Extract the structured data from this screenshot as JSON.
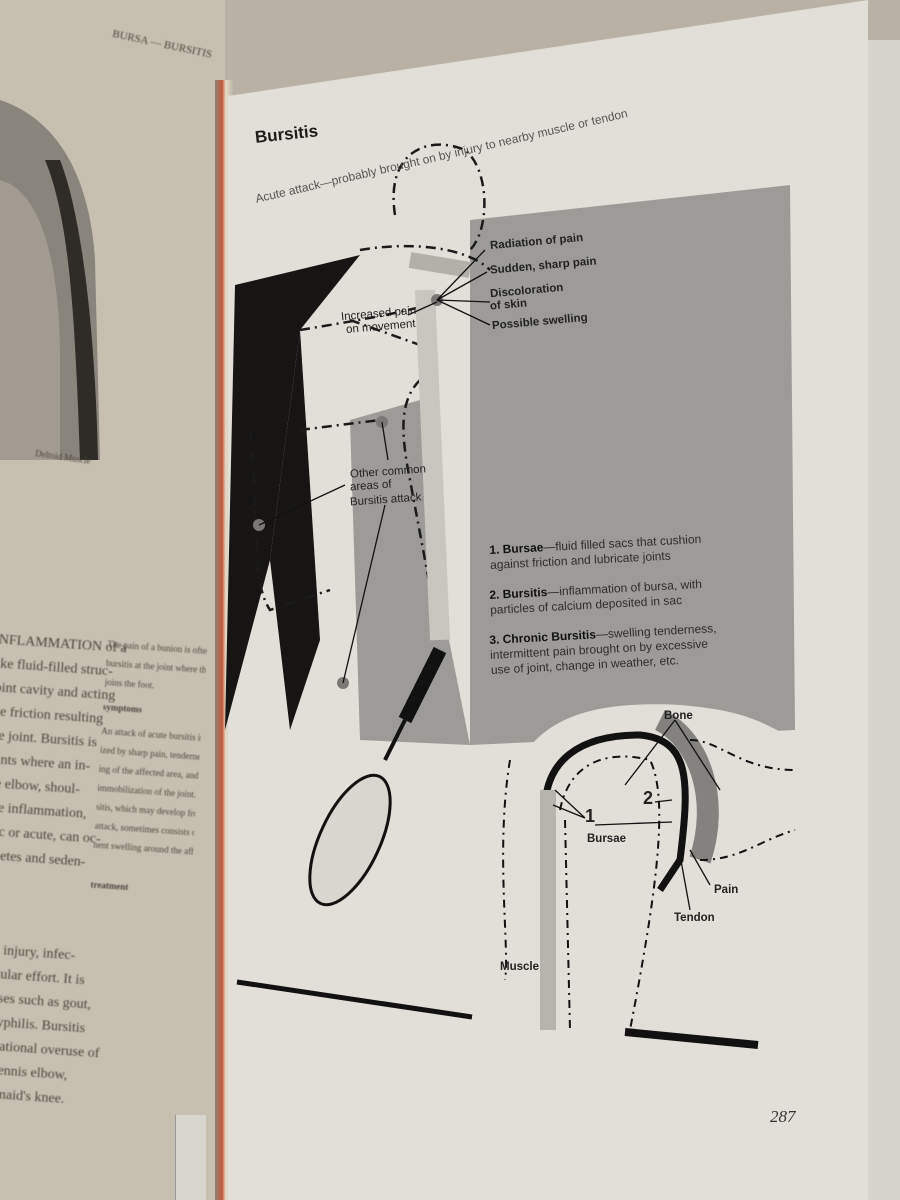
{
  "left_page": {
    "running_head": "BURSA — BURSITIS",
    "figure_caption": "Deltoid Muscle",
    "column_a": [
      "INFLAMMATION of a",
      "like fluid-filled struc-",
      "joint cavity and acting",
      "the friction resulting",
      "the joint. Bursitis is",
      "joints where an in-",
      "the elbow, shoul-",
      "The inflammation,",
      "onic or acute, can oc-",
      "athletes and seden-"
    ],
    "column_a_lower": [
      "from injury, infec-",
      "muscular effort. It is",
      "diseases such as gout,",
      "and syphilis. Bursitis",
      "occupational overuse of",
      "as in tennis elbow,",
      "housemaid's knee."
    ],
    "column_b": [
      "The pain of a bunion is often caused by",
      "bursitis at the joint where the big toe",
      "joins the foot."
    ],
    "symptoms_heading": "symptoms",
    "column_b_symptoms": [
      "An attack of acute bursitis is charac-",
      "ized by sharp pain, tenderness and swell-",
      "ing of the affected area, and necessitates",
      "immobilization of the joint. Chronic bur-",
      "sitis, which may develop from an acute",
      "attack, sometimes consists of a promi-",
      "nent swelling around the affected joint."
    ],
    "treatment_heading": "treatment"
  },
  "right_page": {
    "title": "Bursitis",
    "subtitle": "Acute attack—probably brought on by injury to nearby muscle or tendon",
    "labels": {
      "radiation": "Radiation of pain",
      "sudden": "Sudden, sharp pain",
      "discoloration_1": "Discoloration",
      "discoloration_2": "of skin",
      "swelling": "Possible swelling",
      "increased_1": "Increased pain",
      "increased_2": "on movement",
      "other_1": "Other common",
      "other_2": "areas of",
      "other_3": "Bursitis attack"
    },
    "definitions": [
      {
        "term": "1. Bursae",
        "text_1": "—fluid filled sacs that cushion",
        "text_2": "against friction and lubricate joints"
      },
      {
        "term": "2. Bursitis",
        "text_1": "—inflammation of bursa, with",
        "text_2": "particles of calcium deposited in sac"
      },
      {
        "term": "3. Chronic Bursitis",
        "text_1": "—swelling tenderness,",
        "text_2": "intermittent pain brought on by excessive",
        "text_3": "use of joint, change in weather, etc."
      }
    ],
    "diagram_labels": {
      "bone": "Bone",
      "num_1": "1",
      "num_2": "2",
      "bursae": "Bursae",
      "pain": "Pain",
      "tendon": "Tendon",
      "muscle": "Muscle"
    },
    "page_number": "287"
  },
  "colors": {
    "page": "#e2dfd8",
    "gray_panel": "#9d9b97",
    "black_panel": "#161514",
    "spine_red": "#c45a3a"
  }
}
